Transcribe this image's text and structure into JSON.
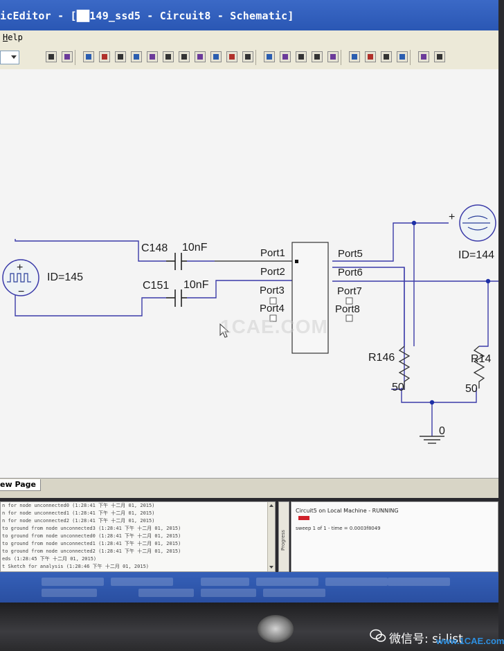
{
  "window": {
    "title": "icEditor - [██149_ssd5 - Circuit8 - Schematic]"
  },
  "menu": {
    "help": "Help"
  },
  "toolbar": {
    "icons": [
      "page-icon",
      "new-icon",
      "wire-icon",
      "probe-icon",
      "capacitor-icon",
      "resistor-icon",
      "ground-icon",
      "port-icon",
      "pin-icon",
      "delete-icon",
      "bus-icon",
      "node-icon",
      "rotate-icon",
      "mirror-icon",
      "align-icon",
      "flip-icon",
      "zoom-in-icon",
      "zoom-out-icon",
      "select-icon",
      "box-icon",
      "cross-icon",
      "grid-icon",
      "zoom-fit-icon",
      "pan-icon"
    ]
  },
  "schematic": {
    "source_left": {
      "label": "ID=145",
      "plus": "+",
      "minus": "−"
    },
    "caps": [
      {
        "name": "C148",
        "value": "10nF"
      },
      {
        "name": "C151",
        "value": "10nF"
      }
    ],
    "block_ports_left": [
      "Port1",
      "Port2",
      "Port3",
      "Port4"
    ],
    "block_ports_right": [
      "Port5",
      "Port6",
      "Port7",
      "Port8"
    ],
    "source_right": {
      "label": "ID=144",
      "plus": "+"
    },
    "resistors": [
      {
        "name": "R146",
        "value": "50"
      },
      {
        "name": "R14",
        "value": "50"
      }
    ],
    "ground": {
      "label": "0"
    },
    "watermark": "1CAE.COM"
  },
  "tabs": {
    "new_page": "ew Page"
  },
  "log": {
    "lines": [
      "n for node unconnected0  (1:28:41 下午  十二月 01, 2015)",
      "n for node unconnected1  (1:28:41 下午  十二月 01, 2015)",
      "n for node unconnected2  (1:28:41 下午  十二月 01, 2015)",
      "to ground from node unconnected3  (1:28:41 下午  十二月 01, 2015)",
      "to ground from node unconnected0  (1:28:41 下午  十二月 01, 2015)",
      "to ground from node unconnected1  (1:28:41 下午  十二月 01, 2015)",
      "to ground from node unconnected2  (1:28:41 下午  十二月 01, 2015)",
      "eds (1:28:45 下午  十二月 01, 2015)",
      "t Sketch for analysis  (1:28:46 下午  十二月 01, 2015)"
    ],
    "progress_label": "Progress"
  },
  "run": {
    "title": "Circuit5 on Local Machine - RUNNING",
    "sweep": "sweep 1 of 1 - time = 0.0003f8049",
    "bar_color": "#d0212b"
  },
  "overlay": {
    "wechat_text": "微信号: si-list",
    "site": "www.1CAE.com"
  },
  "colors": {
    "wire": "#3a3aa8",
    "node": "#1d2fa6",
    "titlebar": "#2f5cba"
  }
}
